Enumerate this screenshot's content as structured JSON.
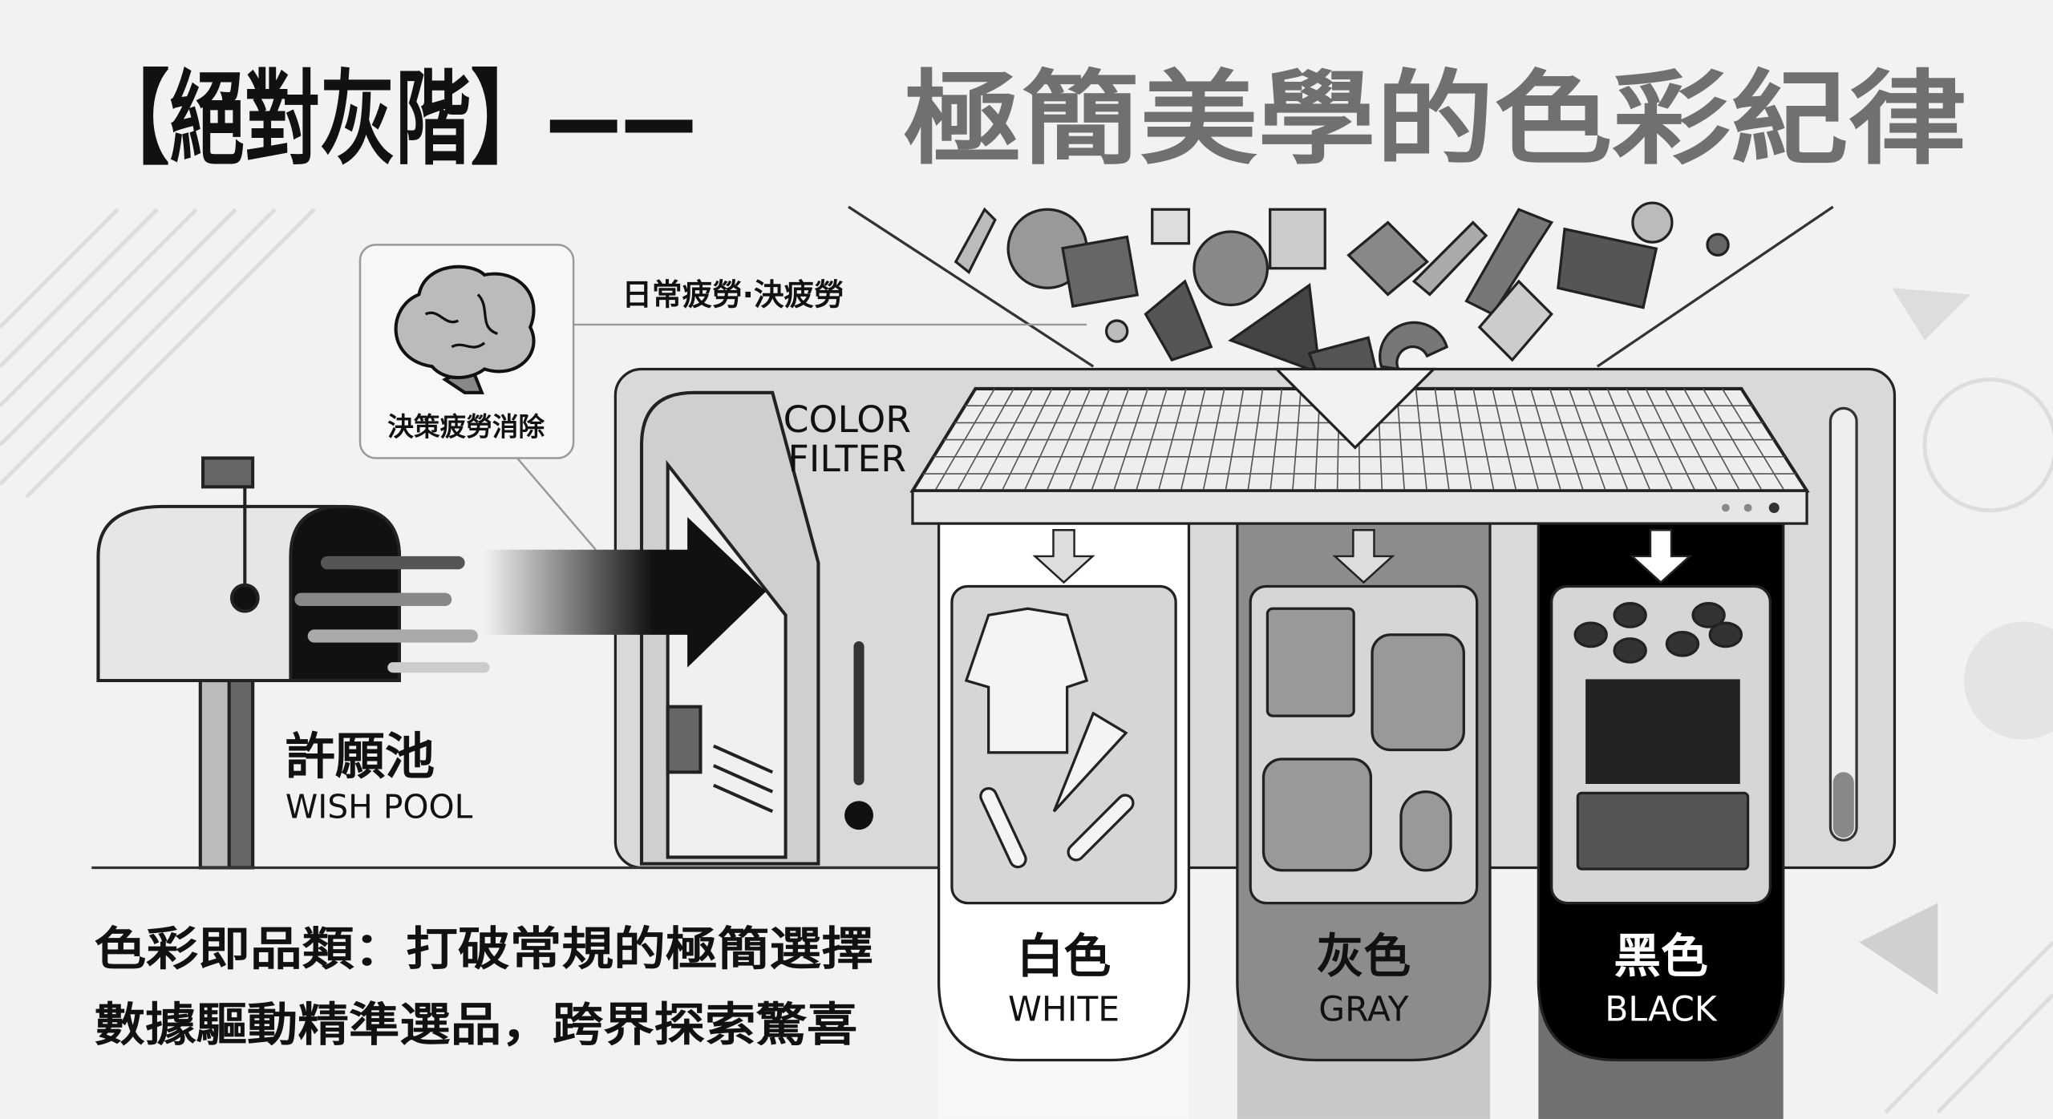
{
  "title": {
    "black_part": "【絕對灰階】——",
    "gray_part": "極簡美學的色彩紀律"
  },
  "brain_card": {
    "label": "決策疲勞消除"
  },
  "fatigue_label": "日常疲勞·決疲勞",
  "machine": {
    "label_line1": "COLOR",
    "label_line2": "FILTER"
  },
  "wish_pool": {
    "zh": "許願池",
    "en": "WISH POOL"
  },
  "columns": [
    {
      "zh": "白色",
      "en": "WHITE",
      "color": "#ffffff"
    },
    {
      "zh": "灰色",
      "en": "GRAY",
      "color": "#8c8c8c"
    },
    {
      "zh": "黑色",
      "en": "BLACK",
      "color": "#000000"
    }
  ],
  "tagline": {
    "line1": "色彩即品類：打破常規的極簡選擇",
    "line2": "數據驅動精準選品，跨界探索驚喜"
  }
}
